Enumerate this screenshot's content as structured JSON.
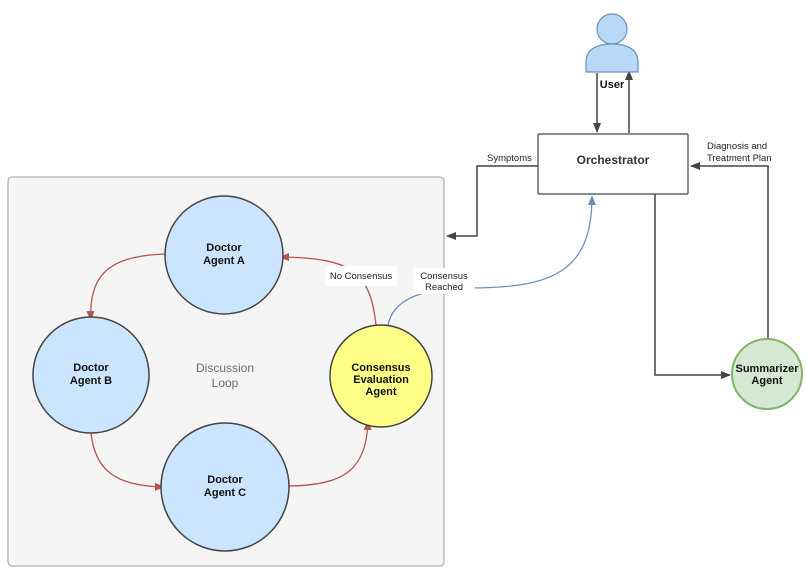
{
  "colors": {
    "doctor_fill": "#cce5ff",
    "consensus_fill": "#ffff88",
    "summarizer_fill": "#d5e8d4",
    "summarizer_stroke": "#82b366",
    "user_fill": "#b9d8f7",
    "user_stroke": "#6c8ebf",
    "loop_box_fill": "#f5f5f5",
    "loop_arrow": "#b85450",
    "consensus_arrow": "#6c8ebf",
    "dark_arrow": "#444444"
  },
  "icons": {
    "user": "user-icon"
  },
  "nodes": {
    "user": {
      "label": "User"
    },
    "orchestrator": {
      "label": "Orchestrator"
    },
    "doctor_a": {
      "line1": "Doctor",
      "line2": "Agent A"
    },
    "doctor_b": {
      "line1": "Doctor",
      "line2": "Agent B"
    },
    "doctor_c": {
      "line1": "Doctor",
      "line2": "Agent C"
    },
    "consensus": {
      "line1": "Consensus",
      "line2": "Evaluation",
      "line3": "Agent"
    },
    "summarizer": {
      "line1": "Summarizer",
      "line2": "Agent"
    }
  },
  "loop": {
    "line1": "Discussion",
    "line2": "Loop"
  },
  "edges": {
    "symptoms": "Symptoms",
    "diagnosis_line1": "Diagnosis and",
    "diagnosis_line2": "Treatment Plan",
    "no_consensus": "No Consensus",
    "consensus_line1": "Consensus",
    "consensus_line2": "Reached"
  }
}
